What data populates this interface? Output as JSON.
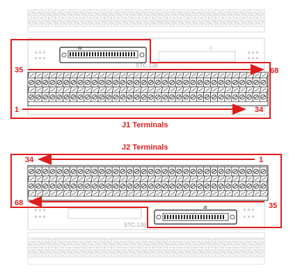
{
  "j1": {
    "caption": "J1 Terminals",
    "board_label": "STC-136",
    "connector_label_primary": "J1",
    "connector_label_secondary": "J2",
    "top_left": "35",
    "top_right": "68",
    "bottom_left": "1",
    "bottom_right": "34"
  },
  "j2": {
    "caption": "J2 Terminals",
    "board_label": "STC-136",
    "connector_label_primary": "J2",
    "top_left": "34",
    "top_right": "1",
    "bottom_left": "68",
    "bottom_right": "35"
  },
  "colors": {
    "highlight": "#e01b1b",
    "line": "#222222",
    "faded": "#c8c8c8",
    "caption": "#e01b1b"
  }
}
